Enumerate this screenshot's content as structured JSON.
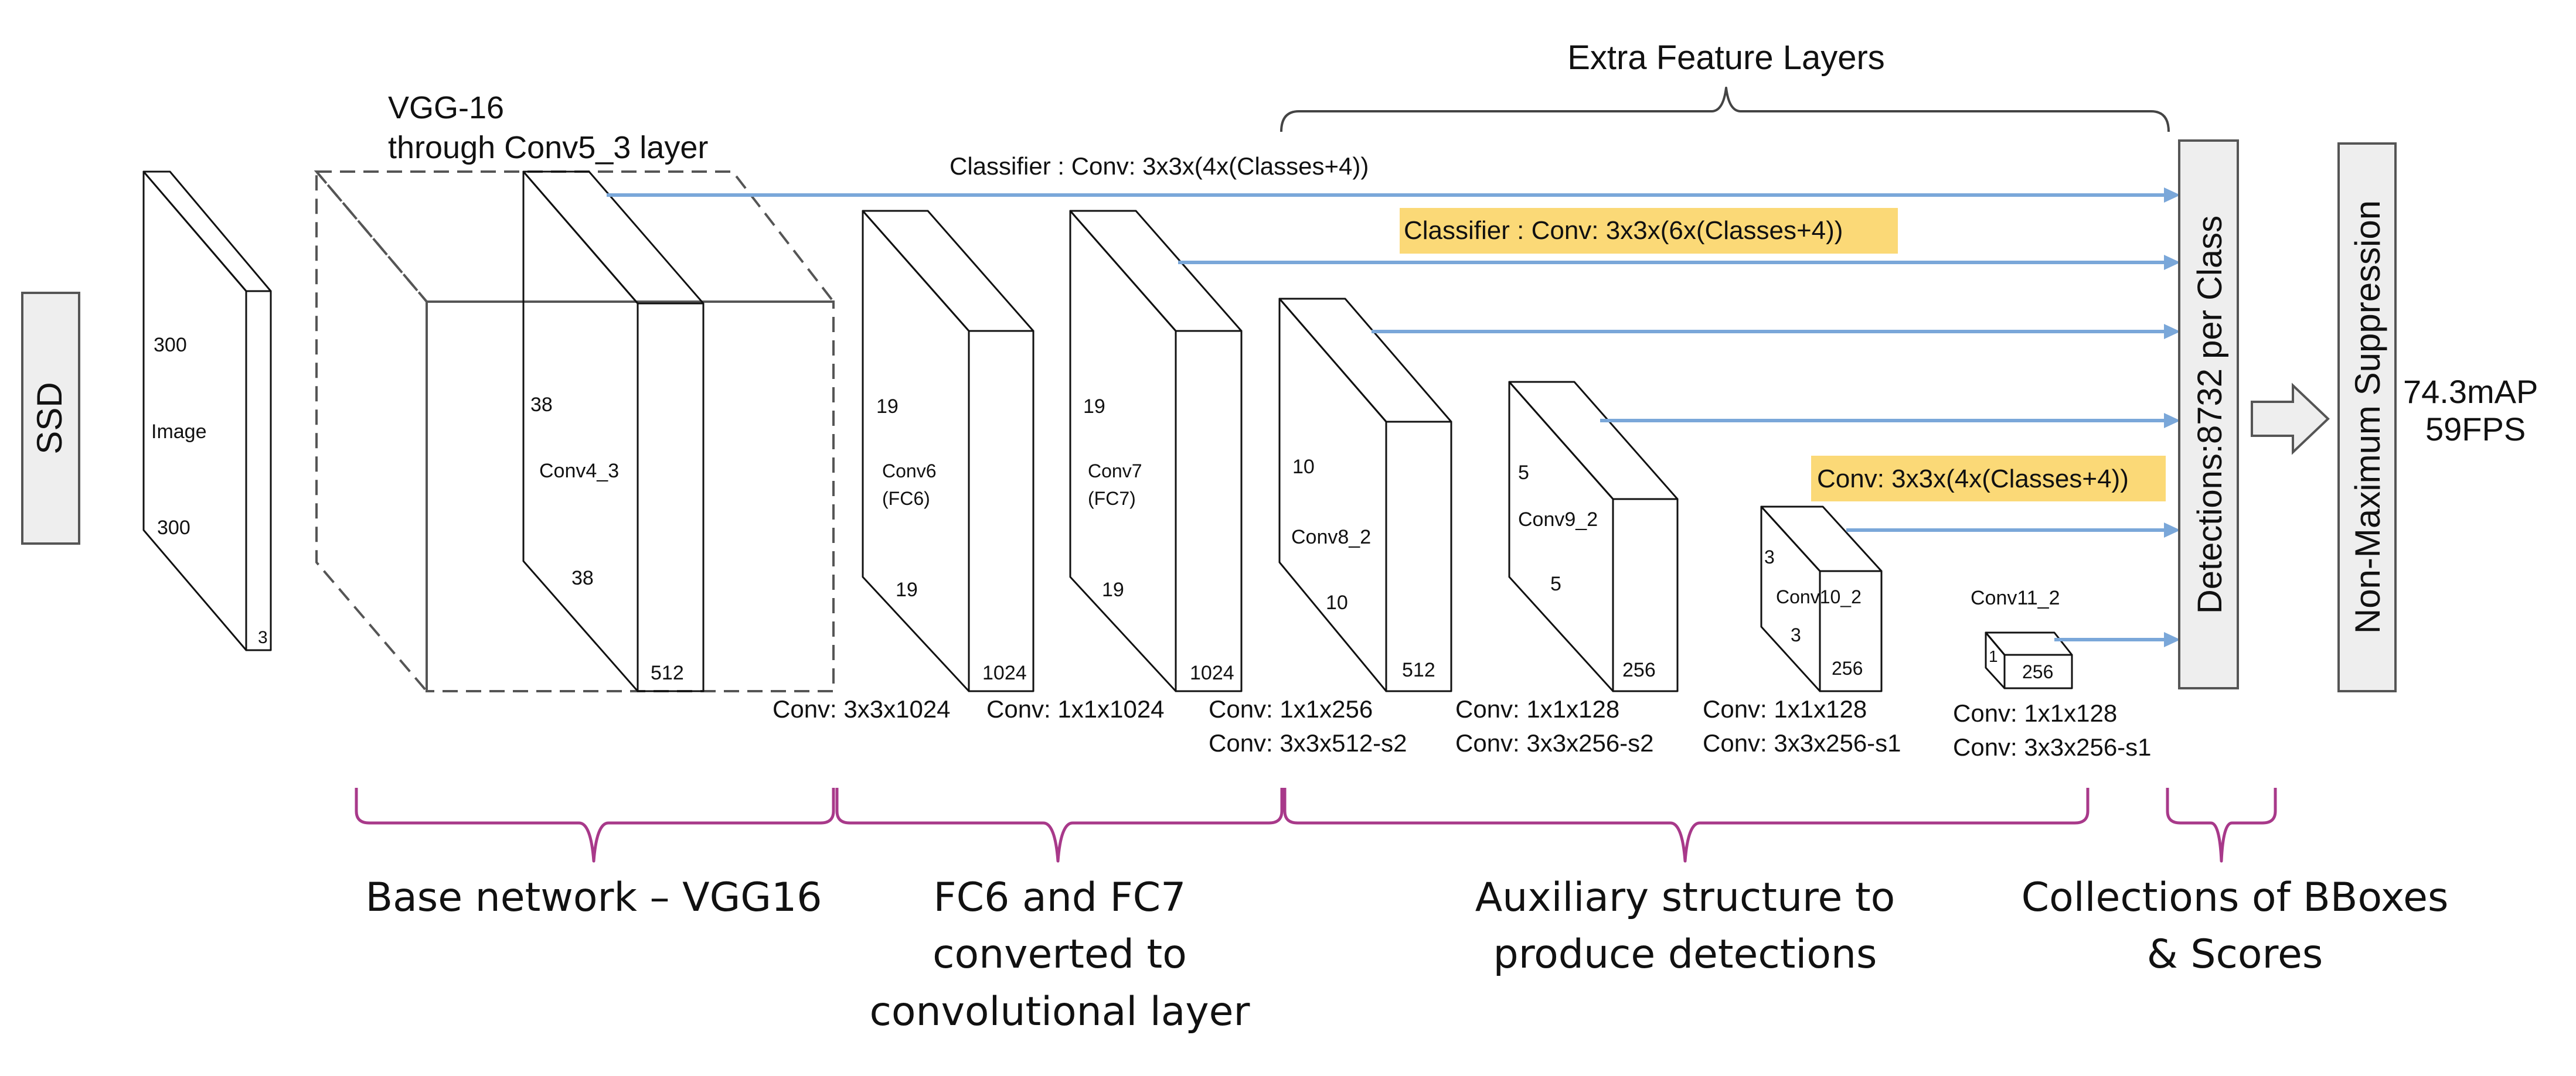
{
  "header": {
    "extra_feature_layers": "Extra Feature Layers",
    "vgg_line1": "VGG-16",
    "vgg_line2": "through Conv5_3 layer"
  },
  "ssd_label": "SSD",
  "input": {
    "name": "Image",
    "height": "300",
    "width": "300",
    "channels": "3"
  },
  "blocks": {
    "conv4_3": {
      "name": "Conv4_3",
      "h": "38",
      "w": "38",
      "depth": "512"
    },
    "conv6": {
      "name": "Conv6",
      "alias": "(FC6)",
      "h": "19",
      "w": "19",
      "depth": "1024",
      "op": "Conv: 3x3x1024"
    },
    "conv7": {
      "name": "Conv7",
      "alias": "(FC7)",
      "h": "19",
      "w": "19",
      "depth": "1024",
      "op": "Conv: 1x1x1024"
    },
    "conv8_2": {
      "name": "Conv8_2",
      "h": "10",
      "w": "10",
      "depth": "512",
      "op1": "Conv: 1x1x256",
      "op2": "Conv:  3x3x512-s2"
    },
    "conv9_2": {
      "name": "Conv9_2",
      "h": "5",
      "w": "5",
      "depth": "256",
      "op1": "Conv: 1x1x128",
      "op2": "Conv: 3x3x256-s2"
    },
    "conv10_2": {
      "name": "Conv10_2",
      "h": "3",
      "w": "3",
      "depth": "256",
      "op1": "Conv: 1x1x128",
      "op2": "Conv: 3x3x256-s1"
    },
    "conv11_2": {
      "name": "Conv11_2",
      "h": "1",
      "depth": "256",
      "op1": "Conv: 1x1x128",
      "op2": "Conv: 3x3x256-s1"
    }
  },
  "classifiers": {
    "c1": "Classifier : Conv: 3x3x(4x(Classes+4))",
    "c2": "Classifier : Conv: 3x3x(6x(Classes+4))",
    "c3": "Conv: 3x3x(4x(Classes+4))"
  },
  "detections": "Detections:8732  per Class",
  "nms": "Non-Maximum Suppression",
  "results": {
    "map": "74.3mAP",
    "fps": "59FPS"
  },
  "sections": {
    "base": "Base network – VGG16",
    "fc_line1": "FC6 and FC7",
    "fc_line2": "converted to",
    "fc_line3": "convolutional layer",
    "aux_line1": "Auxiliary structure to",
    "aux_line2": "produce detections",
    "coll_line1": "Collections of BBoxes",
    "coll_line2": "& Scores"
  },
  "colors": {
    "arrow": "#7aa7d9",
    "highlight": "#fbd977",
    "brace": "#a8398a"
  }
}
